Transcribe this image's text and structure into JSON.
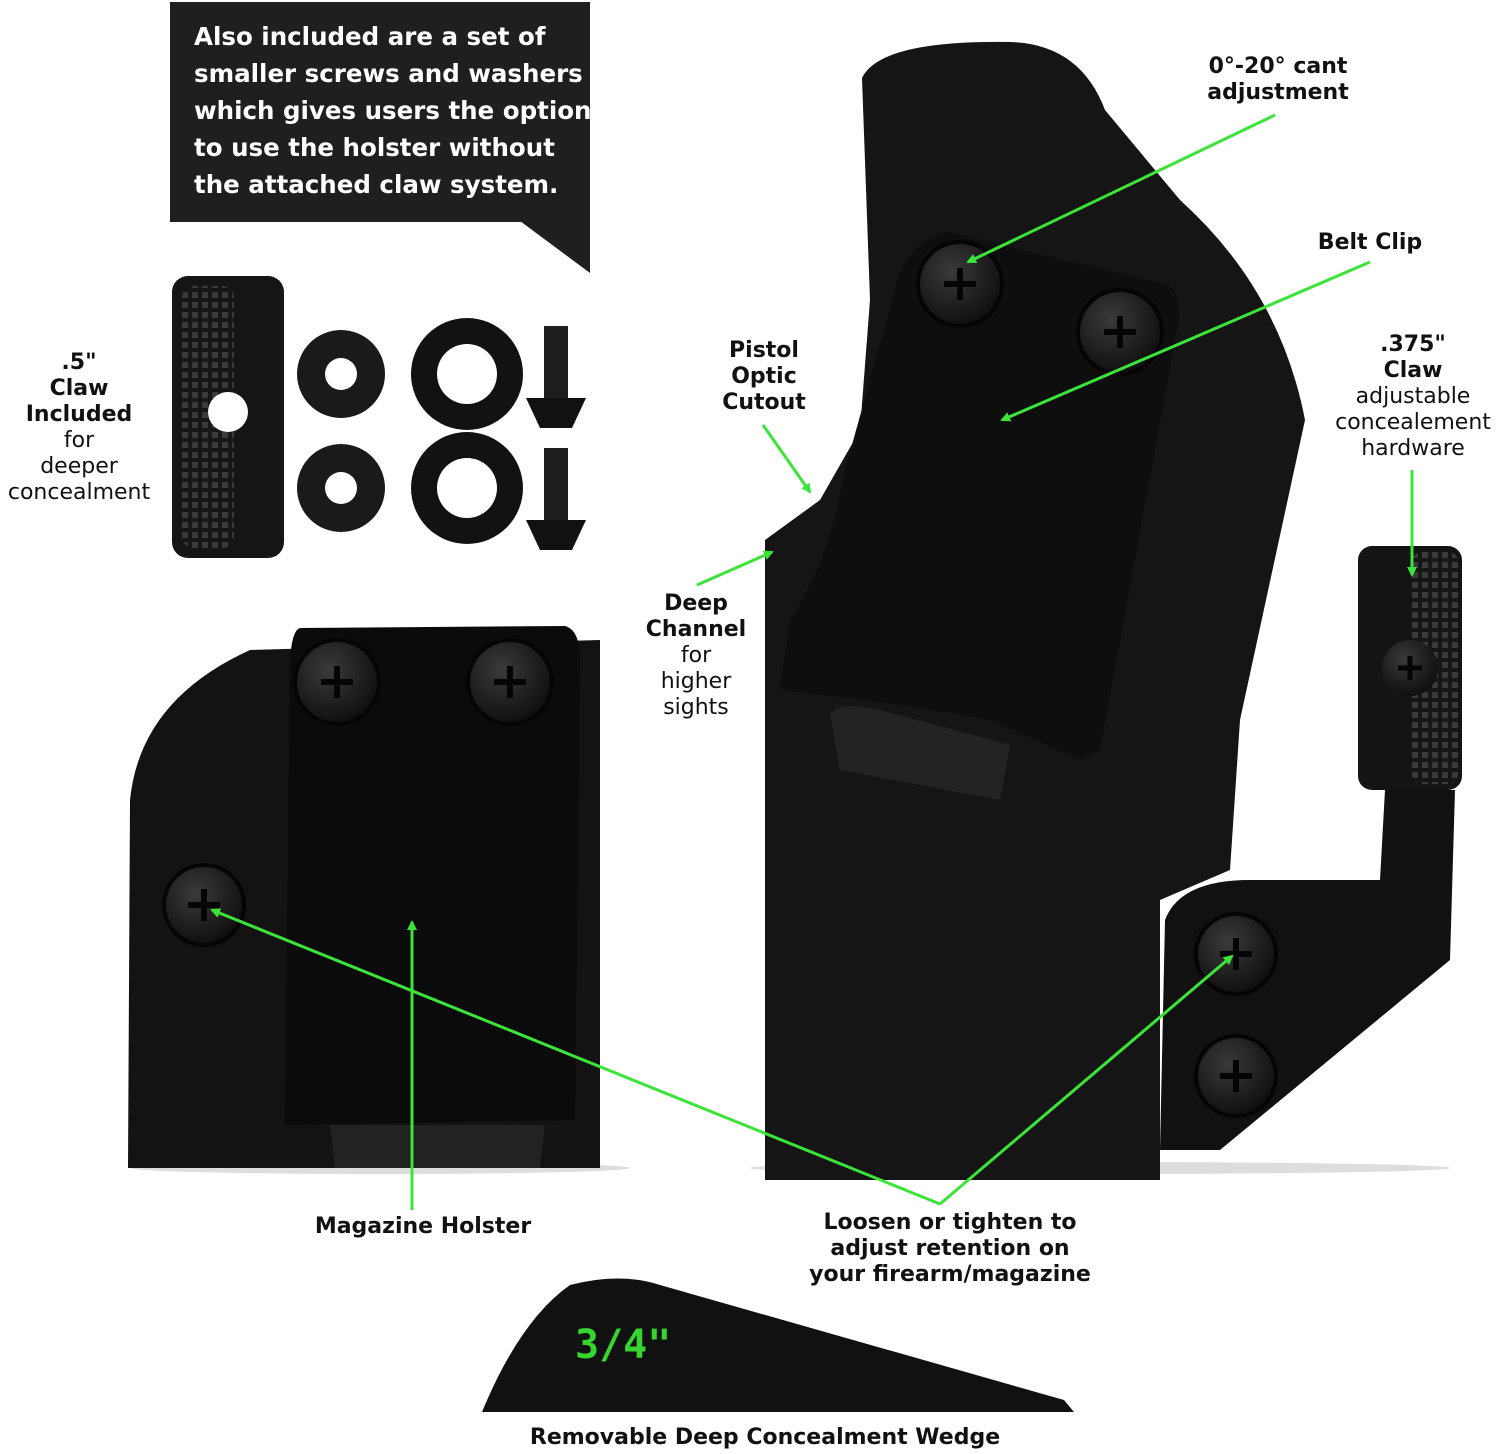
{
  "callout": {
    "lines": [
      "Also included are a set of",
      "smaller screws and washers",
      "which gives users the option",
      "to use the holster without",
      "the attached claw system."
    ]
  },
  "labels": {
    "claw_half": {
      "bold": [
        ".5\"",
        "Claw",
        "Included"
      ],
      "normal": [
        "for",
        "deeper",
        "concealment"
      ]
    },
    "pistol_optic": [
      "Pistol",
      "Optic",
      "Cutout"
    ],
    "cant": [
      "0°-20° cant",
      "adjustment"
    ],
    "belt_clip": "Belt Clip",
    "claw_375": {
      "bold": [
        ".375\"",
        "Claw"
      ],
      "normal": [
        "adjustable",
        "concealement",
        "hardware"
      ]
    },
    "deep_channel": {
      "bold": [
        "Deep",
        "Channel"
      ],
      "normal": [
        "for",
        "higher",
        "sights"
      ]
    },
    "magazine_holster": "Magazine Holster",
    "retention": [
      "Loosen or tighten to",
      "adjust retention on",
      "your firearm/magazine"
    ],
    "wedge_size": "3/4\"",
    "wedge_caption": "Removable Deep Concealment Wedge"
  },
  "colors": {
    "arrow": "#3ce43a",
    "product": "#141414",
    "callout_bg": "#1f1f1f",
    "wedge_text": "#36d62f"
  }
}
